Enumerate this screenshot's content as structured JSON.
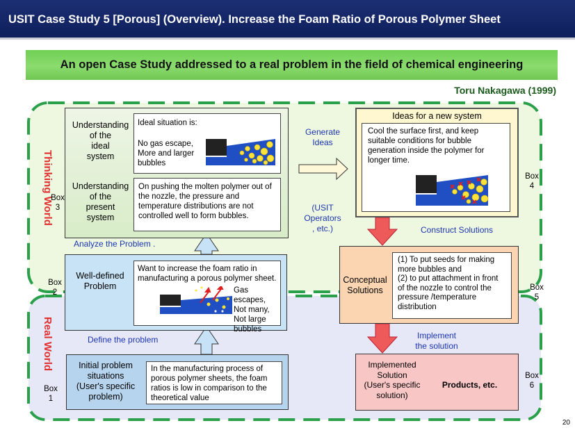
{
  "header": {
    "title": "USIT Case Study 5 [Porous]  (Overview).  Increase the Foam Ratio of Porous Polymer Sheet",
    "subtitle": "An open Case Study addressed to a real problem in the field of chemical engineering",
    "author": "Toru Nakagawa (1999)"
  },
  "worlds": {
    "thinking": "Thinking World",
    "real": "Real World"
  },
  "box3": {
    "box_label": "Box\n3",
    "ideal_label": "Understanding\nof the\nideal\nsystem",
    "ideal_text_1": "Ideal situation is:",
    "ideal_text_2": "No gas escape,\nMore and larger\nbubbles",
    "present_label": "Understanding\nof the\npresent\nsystem",
    "present_text": "On pushing the molten polymer out of the nozzle, the pressure and temperature distributions are not controlled well to form bubbles."
  },
  "box4": {
    "box_label": "Box\n4",
    "title": "Ideas for a new system",
    "text": "Cool the surface first, and keep suitable conditions for bubble generation inside the polymer for longer time."
  },
  "box2": {
    "box_label": "Box\n2",
    "label": "Well-defined\nProblem",
    "text": "Want to increase the foam ratio in manufacturing a porous polymer sheet.",
    "side_text": "Gas escapes,\nNot many,\nNot large\nbubbles"
  },
  "box5": {
    "box_label": "Box\n5",
    "label": "Conceptual\nSolutions",
    "text": "(1) To put seeds for making more bubbles and\n(2) to put attachment in front of the nozzle to control the pressure /temperature distribution"
  },
  "box1": {
    "box_label": "Box\n1",
    "label": "Initial problem\nsituations\n(User's specific\nproblem)",
    "text": "In the manufacturing process of porous polymer sheets, the foam ratios is low in comparison to the theoretical value"
  },
  "box6": {
    "box_label": "Box\n6",
    "label": "Implemented\nSolution\n(User's specific\nsolution)",
    "product": "Products, etc."
  },
  "flow": {
    "generate": "Generate\nIdeas",
    "operators": "(USIT\nOperators\n, etc.)",
    "construct": "Construct Solutions",
    "analyze": "Analyze the Problem .",
    "define": "Define the problem",
    "implement": "Implement\nthe solution"
  },
  "page_number": "20"
}
